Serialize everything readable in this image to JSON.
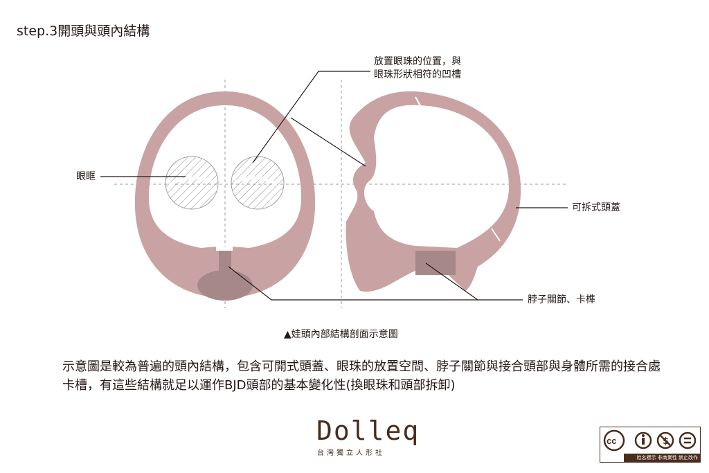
{
  "title": "step.3開頭與頭內結構",
  "labels": {
    "eye_socket": "眼眶",
    "eye_position_line1": "放置眼珠的位置，與",
    "eye_position_line2": "眼珠形狀相符的凹槽",
    "skull_cap": "可拆式頭蓋",
    "neck_joint": "脖子關節、卡榫"
  },
  "caption": "▲娃頭內部結構剖面示意圖",
  "description": "示意圖是較為普遍的頭內結構，包含可開式頭蓋、眼珠的放置空間、脖子關節與接合頭部與身體所需的接合處卡槽，有這些結構就足以運作BJD頭部的基本變化性(換眼珠和頭部拆卸)",
  "logo": {
    "name": "Dolleq",
    "subtitle": "台灣獨立人形社"
  },
  "license": {
    "text": "姓名標示 非商業性 禁止改作"
  },
  "colors": {
    "head": "#c9a3a3",
    "joint": "#a68888",
    "brown": "#4a2c1c"
  }
}
